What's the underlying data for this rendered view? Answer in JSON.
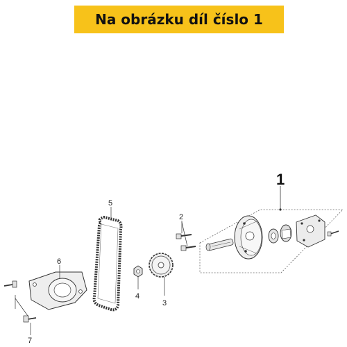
{
  "banner": {
    "text": "Na obrázku díl číslo 1"
  },
  "diagram": {
    "callouts": {
      "c1": "1",
      "c2": "2",
      "c3": "3",
      "c4": "4",
      "c5": "5",
      "c6": "6",
      "c7": "7"
    }
  },
  "colors": {
    "banner_bg": "#f7c21a",
    "banner_text": "#111111",
    "line": "#333333",
    "part_fill": "#e9e9e9",
    "part_dark": "#555555"
  }
}
